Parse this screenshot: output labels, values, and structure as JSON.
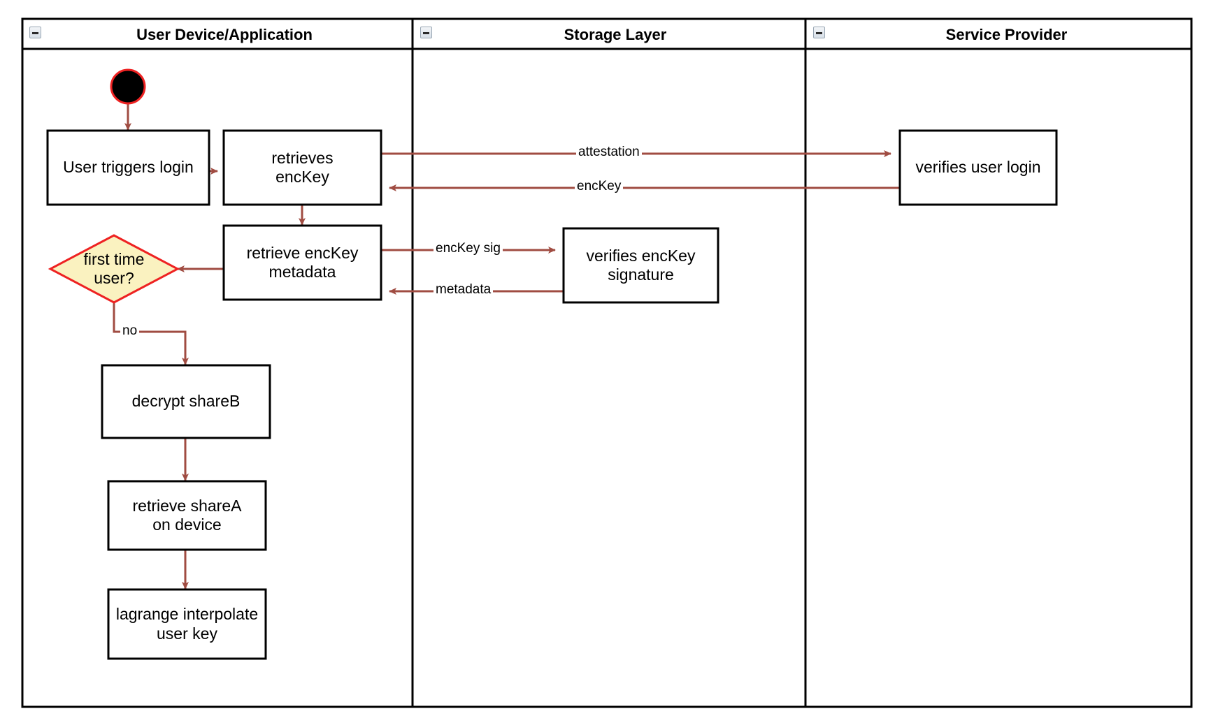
{
  "diagram": {
    "title": "Login flow swimlane activity diagram",
    "colors": {
      "lane_border": "#000000",
      "node_border": "#000000",
      "edge": "#a04c42",
      "decision_fill": "#faf2c0",
      "decision_border": "#ee2222",
      "start_fill": "#000000",
      "start_ring": "#ee2222",
      "background": "#ffffff"
    },
    "lanes": [
      {
        "id": "lane-user-device",
        "label": "User Device/Application",
        "collapse_icon": "collapse-minus-icon"
      },
      {
        "id": "lane-storage",
        "label": "Storage Layer",
        "collapse_icon": "collapse-minus-icon"
      },
      {
        "id": "lane-service-provider",
        "label": "Service Provider",
        "collapse_icon": "collapse-minus-icon"
      }
    ],
    "nodes": [
      {
        "id": "start",
        "type": "start",
        "label": ""
      },
      {
        "id": "user-triggers-login",
        "type": "activity",
        "label": "User triggers login"
      },
      {
        "id": "retrieves-enckey",
        "type": "activity",
        "label": "retrieves\nencKey"
      },
      {
        "id": "retrieve-enckey-metadata",
        "type": "activity",
        "label": "retrieve encKey\nmetadata"
      },
      {
        "id": "first-time-user",
        "type": "decision",
        "label": "first time\nuser?"
      },
      {
        "id": "decrypt-shareb",
        "type": "activity",
        "label": "decrypt shareB"
      },
      {
        "id": "retrieve-sharea-on-device",
        "type": "activity",
        "label": "retrieve shareA\non device"
      },
      {
        "id": "lagrange-interpolate-user-key",
        "type": "activity",
        "label": "lagrange interpolate\nuser key"
      },
      {
        "id": "verifies-user-login",
        "type": "activity",
        "label": "verifies user login"
      },
      {
        "id": "verifies-enckey-signature",
        "type": "activity",
        "label": "verifies encKey\nsignature"
      }
    ],
    "edges": [
      {
        "id": "edge-attestation",
        "from": "retrieves-enckey",
        "to": "verifies-user-login",
        "label": "attestation"
      },
      {
        "id": "edge-enckey",
        "from": "verifies-user-login",
        "to": "retrieves-enckey",
        "label": "encKey"
      },
      {
        "id": "edge-enckey-sig",
        "from": "retrieve-enckey-metadata",
        "to": "verifies-enckey-signature",
        "label": "encKey sig"
      },
      {
        "id": "edge-metadata",
        "from": "verifies-enckey-signature",
        "to": "retrieve-enckey-metadata",
        "label": "metadata"
      },
      {
        "id": "edge-no",
        "from": "first-time-user",
        "to": "decrypt-shareb",
        "label": "no"
      },
      {
        "id": "edge-start",
        "from": "start",
        "to": "user-triggers-login",
        "label": ""
      },
      {
        "id": "edge-login-to-retrieve",
        "from": "user-triggers-login",
        "to": "retrieves-enckey",
        "label": ""
      },
      {
        "id": "edge-retrieve-to-metadata",
        "from": "retrieves-enckey",
        "to": "retrieve-enckey-metadata",
        "label": ""
      },
      {
        "id": "edge-metadata-to-decision",
        "from": "retrieve-enckey-metadata",
        "to": "first-time-user",
        "label": ""
      },
      {
        "id": "edge-shareb-to-sharea",
        "from": "decrypt-shareb",
        "to": "retrieve-sharea-on-device",
        "label": ""
      },
      {
        "id": "edge-sharea-to-lagrange",
        "from": "retrieve-sharea-on-device",
        "to": "lagrange-interpolate-user-key",
        "label": ""
      }
    ]
  }
}
